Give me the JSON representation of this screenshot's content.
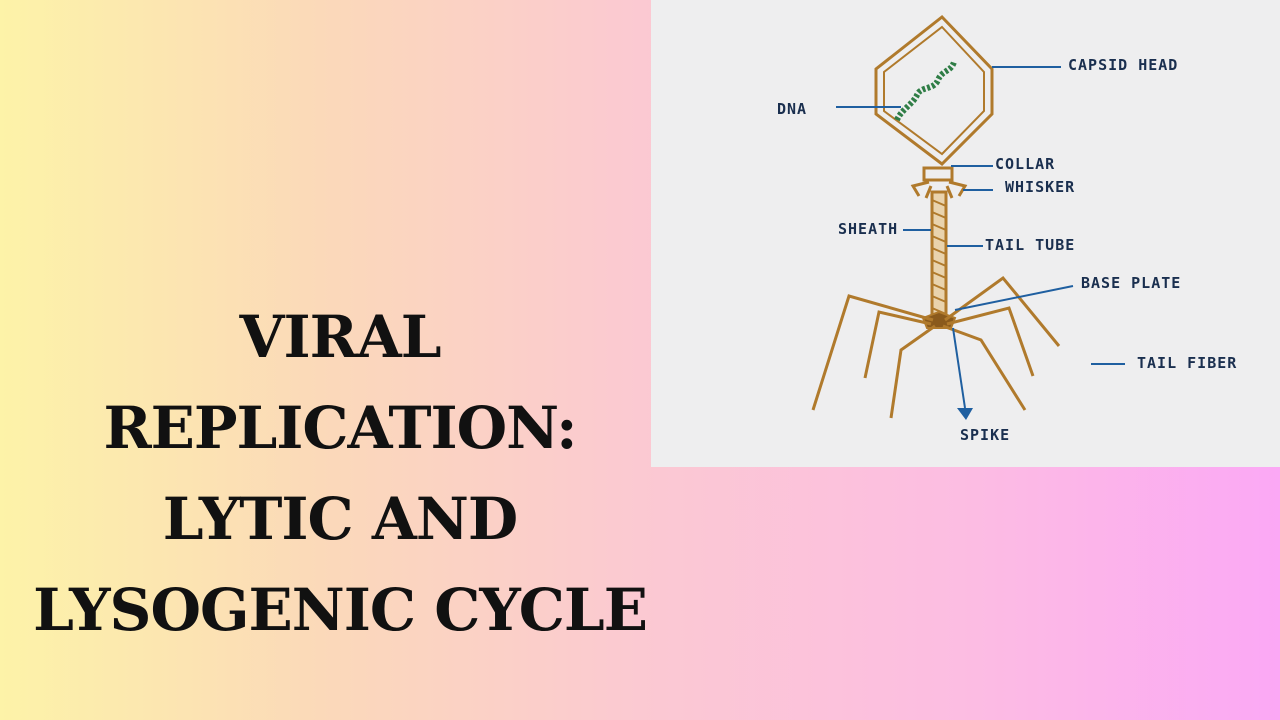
{
  "title": {
    "lines": [
      "VIRAL",
      "REPLICATION:",
      "LYTIC AND",
      "LYSOGENIC CYCLE"
    ]
  },
  "diagram": {
    "labels": {
      "capsid_head": "CAPSID HEAD",
      "dna": "DNA",
      "collar": "COLLAR",
      "whisker": "WHISKER",
      "sheath": "SHEATH",
      "tail_tube": "TAIL TUBE",
      "base_plate": "BASE PLATE",
      "tail_fiber": "TAIL FIBER",
      "spike": "SPIKE"
    },
    "colors": {
      "outline": "#b07a2c",
      "dna": "#2f7d46",
      "leader": "#1f5fa0",
      "panel": "#eeeeef"
    }
  }
}
